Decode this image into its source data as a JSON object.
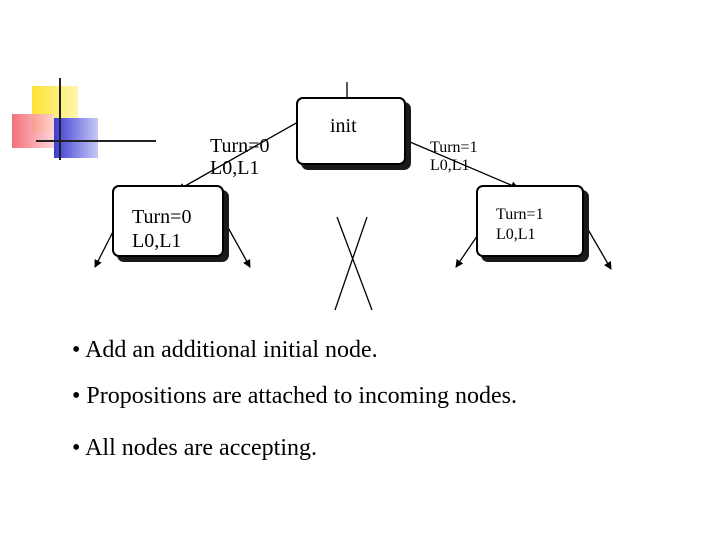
{
  "diagram": {
    "init_node": {
      "label": "init"
    },
    "left_node": {
      "line1": "Turn=0",
      "line2": "L0,L1"
    },
    "right_node": {
      "line1": "Turn=1",
      "line2": "L0,L1"
    },
    "left_edge_label": {
      "line1": "Turn=0",
      "line2": "L0,L1"
    },
    "right_edge_label": {
      "line1": "Turn=1",
      "line2": "L0,L1"
    }
  },
  "bullets": [
    "• Add an additional initial node.",
    "• Propositions are attached to incoming nodes.",
    "• All nodes are accepting."
  ],
  "colors": {
    "deco_yellow": "#fde233",
    "deco_red": "#f2616b",
    "deco_blue": "#3c3cd6"
  }
}
